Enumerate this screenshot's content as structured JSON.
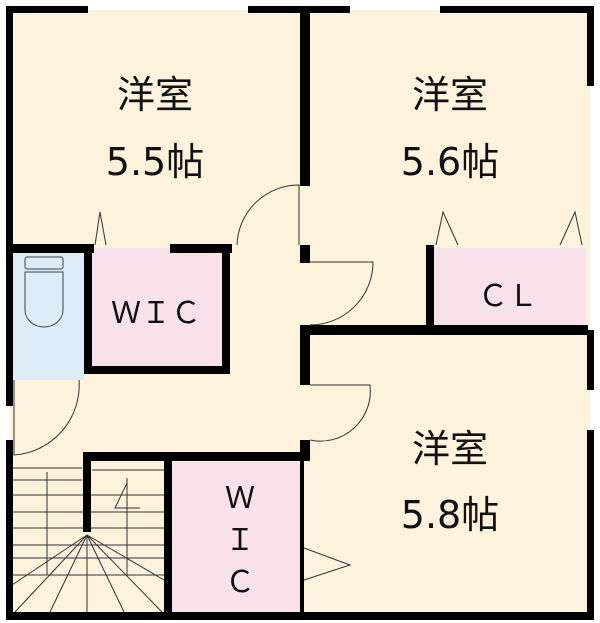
{
  "rooms": [
    {
      "name": "洋室",
      "size": "5.5帖"
    },
    {
      "name": "洋室",
      "size": "5.6帖"
    },
    {
      "name": "洋室",
      "size": "5.8帖"
    }
  ],
  "storage": {
    "wic_upper": "ＷＩＣ",
    "cl": "ＣＬ",
    "wic_lower": [
      "Ｗ",
      "Ｉ",
      "Ｃ"
    ]
  },
  "stairs_step_label": "4",
  "colors": {
    "floor": "#fdf3dc",
    "storage": "#f9e1ec",
    "toilet": "#dcedf8",
    "wall": "#000000"
  }
}
